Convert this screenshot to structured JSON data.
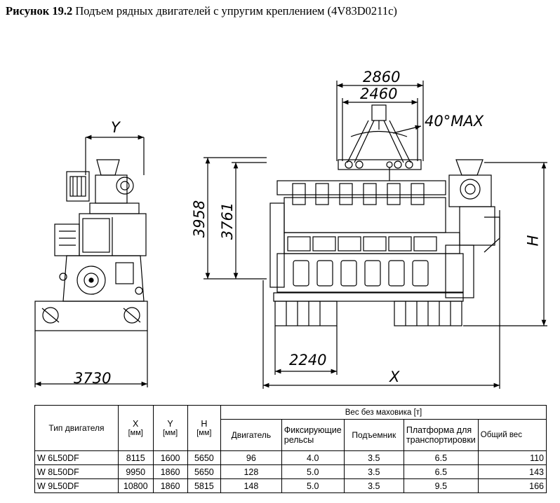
{
  "caption": {
    "label": "Рисунок 19.2",
    "text": "Подъем рядных двигателей с упругим креплением (4V83D0211c)"
  },
  "dimensions": {
    "y": "Y",
    "d3730": "3730",
    "d2860": "2860",
    "d2460": "2460",
    "angle": "40°MAX",
    "d3958": "3958",
    "d3761": "3761",
    "h": "H",
    "d2240": "2240",
    "x": "X"
  },
  "table": {
    "col_type": "Тип двигателя",
    "col_x": "X",
    "col_y": "Y",
    "col_h": "H",
    "unit": "[мм]",
    "weight_group": "Вес без маховика [т]",
    "weight_cols": [
      "Двигатель",
      "Фиксирующие рельсы",
      "Подъемник",
      "Платформа для транспортировки",
      "Общий вес"
    ],
    "rows": [
      {
        "type": "W 6L50DF",
        "x": "8115",
        "y": "1600",
        "h": "5650",
        "engine": "96",
        "rails": "4.0",
        "lift": "3.5",
        "platform": "6.5",
        "total": "110"
      },
      {
        "type": "W 8L50DF",
        "x": "9950",
        "y": "1860",
        "h": "5650",
        "engine": "128",
        "rails": "5.0",
        "lift": "3.5",
        "platform": "6.5",
        "total": "143"
      },
      {
        "type": "W 9L50DF",
        "x": "10800",
        "y": "1860",
        "h": "5815",
        "engine": "148",
        "rails": "5.0",
        "lift": "3.5",
        "platform": "9.5",
        "total": "166"
      }
    ]
  }
}
